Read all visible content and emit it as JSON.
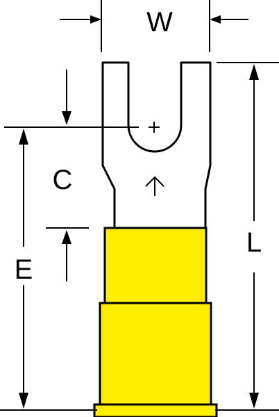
{
  "labels": {
    "w": "W",
    "c": "C",
    "e": "E",
    "l": "L"
  },
  "colors": {
    "insulation": "#FFEE00",
    "outline": "#000000",
    "background": "#FFFFFF"
  },
  "icons": {
    "center_mark": "plus-icon",
    "direction": "up-arrow-icon"
  }
}
